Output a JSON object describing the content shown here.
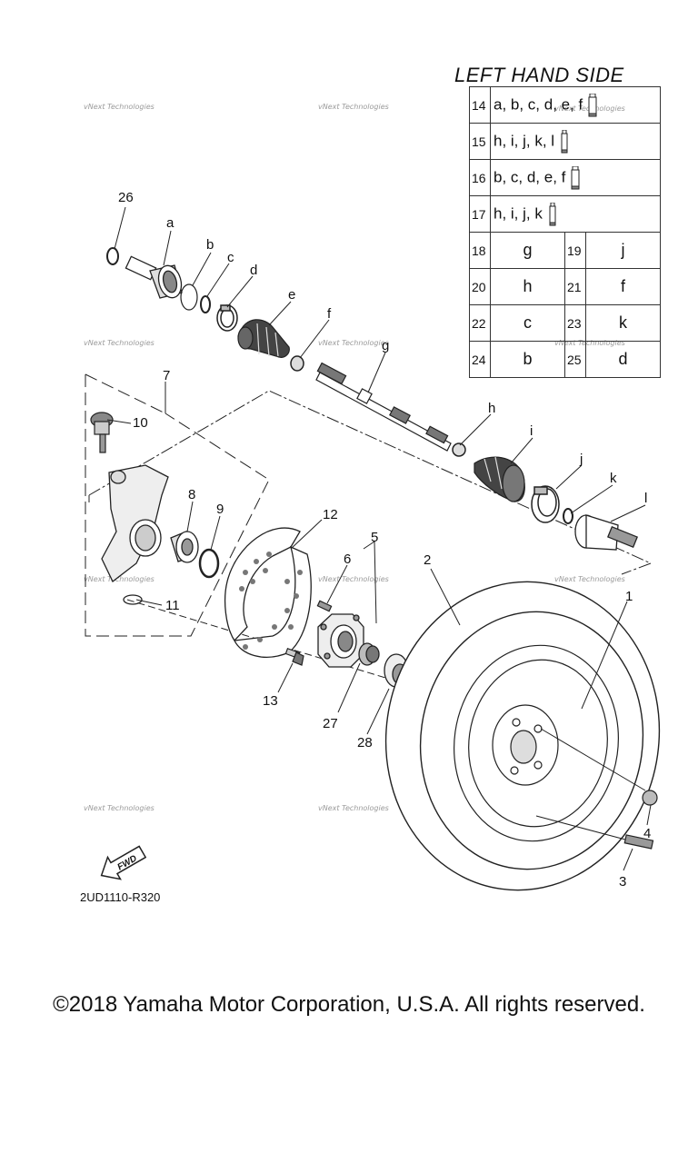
{
  "side_title": "LEFT HAND SIDE",
  "spec_rows": [
    {
      "num": "14",
      "text": "a, b, c, d, e, f",
      "tube": "large"
    },
    {
      "num": "15",
      "text": "h, i, j, k, l",
      "tube": "medium"
    },
    {
      "num": "16",
      "text": "b, c, d, e, f",
      "tube": "large"
    },
    {
      "num": "17",
      "text": "h, i, j, k",
      "tube": "medium"
    }
  ],
  "pair_rows": [
    {
      "n1": "18",
      "v1": "g",
      "n2": "19",
      "v2": "j"
    },
    {
      "n1": "20",
      "v1": "h",
      "n2": "21",
      "v2": "f"
    },
    {
      "n1": "22",
      "v1": "c",
      "n2": "23",
      "v2": "k"
    },
    {
      "n1": "24",
      "v1": "b",
      "n2": "25",
      "v2": "d"
    }
  ],
  "callouts": {
    "c26": "26",
    "ca": "a",
    "cb": "b",
    "cc": "c",
    "cd": "d",
    "ce": "e",
    "cf": "f",
    "cg": "g",
    "ch": "h",
    "ci": "i",
    "cj": "j",
    "ck": "k",
    "cl": "l",
    "c7": "7",
    "c10": "10",
    "c8": "8",
    "c9": "9",
    "c11": "11",
    "c12": "12",
    "c5": "5",
    "c6": "6",
    "c13": "13",
    "c27": "27",
    "c28": "28",
    "c2": "2",
    "c1": "1",
    "c4": "4",
    "c3": "3"
  },
  "fwd_label": "FWD",
  "watermark": "vNext Technologies",
  "diagram_code": "2UD1110-R320",
  "copyright": "©2018 Yamaha Motor Corporation, U.S.A. All rights reserved."
}
